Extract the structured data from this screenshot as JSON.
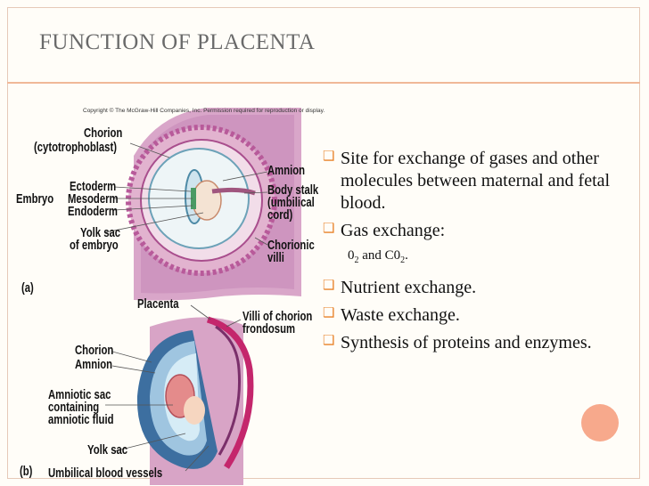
{
  "slide": {
    "title": "FUNCTION OF PLACENTA",
    "accent_color": "#f0b898",
    "bullet_color": "#e8832a"
  },
  "figure": {
    "copyright": "Copyright © The McGraw-Hill Companies, Inc. Permission required for reproduction or display.",
    "labels": {
      "chorion_a": "Chorion",
      "cytotrophoblast": "(cytotrophoblast)",
      "embryo": "Embryo",
      "ectoderm": "Ectoderm",
      "mesoderm": "Mesoderm",
      "endoderm": "Endoderm",
      "yolk_sac_a": "Yolk sac",
      "of_embryo": "of embryo",
      "amnion_a": "Amnion",
      "body_stalk": "Body stalk",
      "umbilical": "(umbilical",
      "cord": "cord)",
      "chorionic": "Chorionic",
      "villi": "villi",
      "panel_a": "(a)",
      "placenta": "Placenta",
      "villi_chorion": "Villi of chorion",
      "frondosum": "frondosum",
      "chorion_b": "Chorion",
      "amnion_b": "Amnion",
      "amniotic_sac": "Amniotic sac",
      "containing": "containing",
      "amniotic_fluid": "amniotic fluid",
      "yolk_sac_b": "Yolk sac",
      "panel_b": "(b)",
      "umbilical_vessels": "Umbilical blood vessels"
    }
  },
  "bullets": [
    {
      "text": "Site for exchange of gases and other molecules between maternal and fetal blood."
    },
    {
      "text": "Gas exchange:"
    },
    {
      "text": "Nutrient exchange."
    },
    {
      "text": "Waste exchange."
    },
    {
      "text": "Synthesis of proteins and enzymes."
    }
  ],
  "gas_sub": {
    "o": "0",
    "o_sub": "2",
    "and": " and C0",
    "c_sub": "2",
    "end": "."
  },
  "bullet_icon": "hollow-square-bullet-icon"
}
